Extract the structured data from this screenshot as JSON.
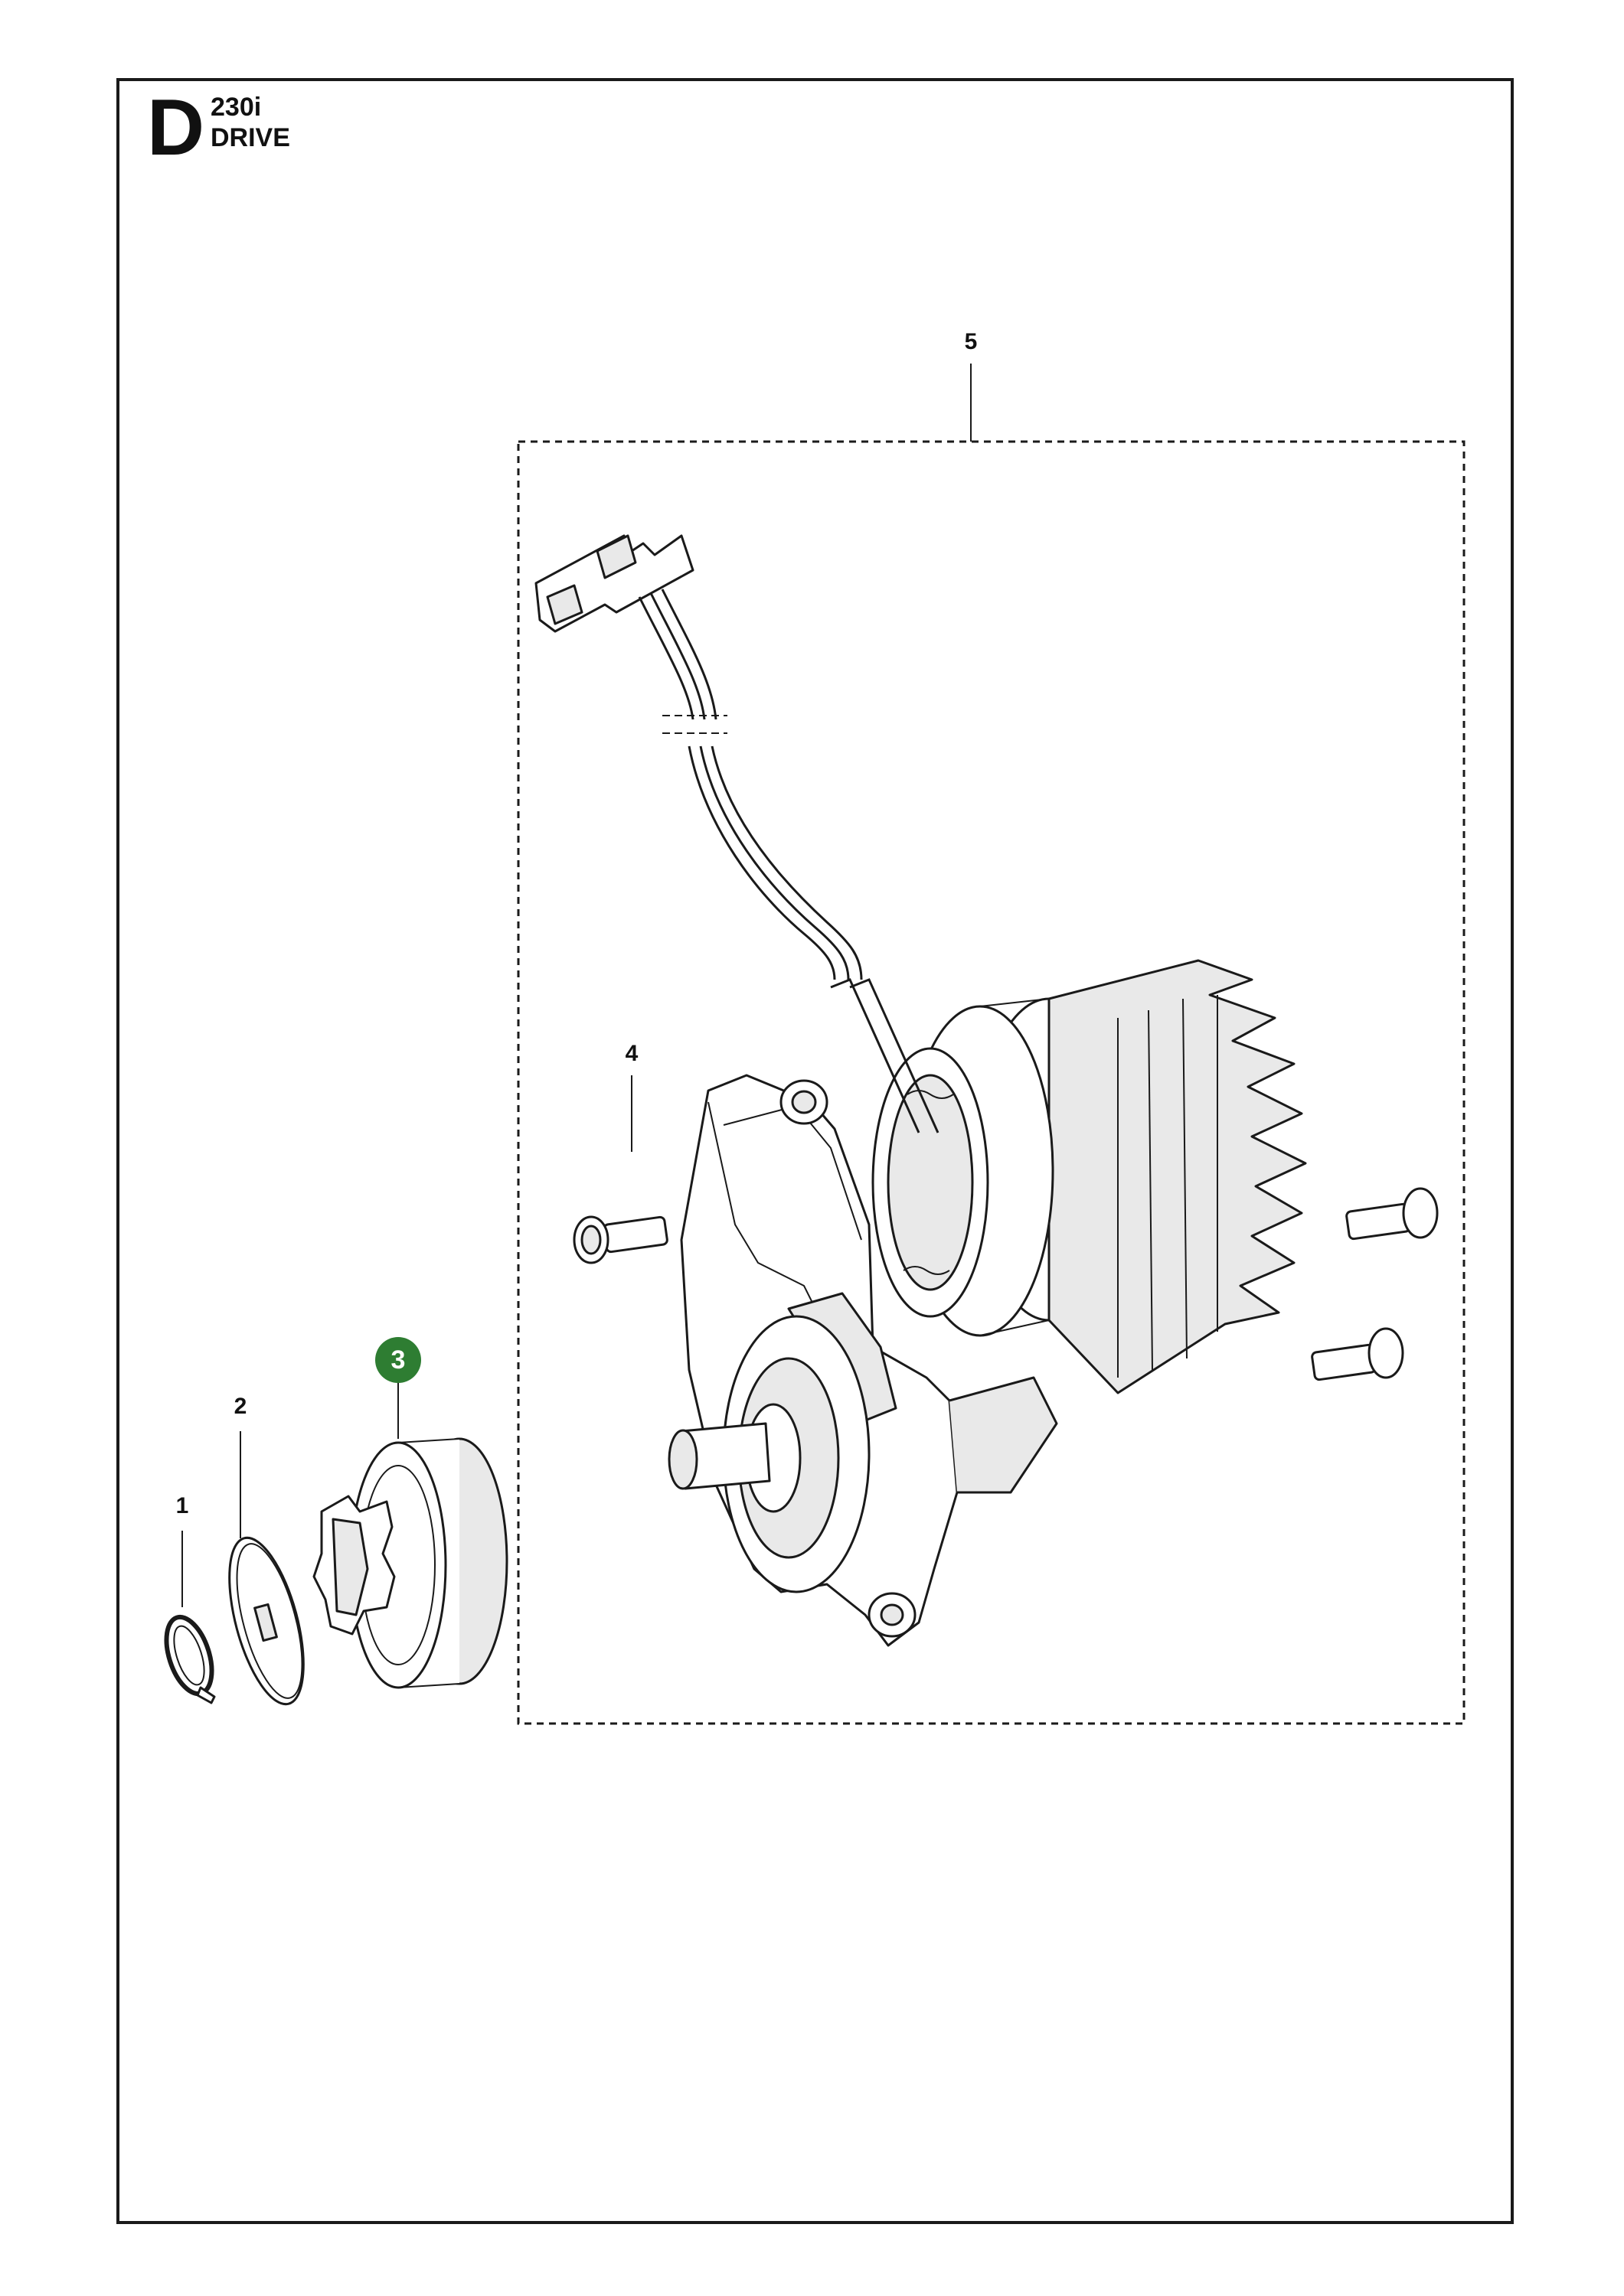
{
  "header": {
    "section_letter": "D",
    "model": "230i",
    "title": "DRIVE"
  },
  "callouts": [
    {
      "id": "1",
      "label": "1",
      "highlight": false
    },
    {
      "id": "2",
      "label": "2",
      "highlight": false
    },
    {
      "id": "3",
      "label": "3",
      "highlight": true
    },
    {
      "id": "4",
      "label": "4",
      "highlight": false
    },
    {
      "id": "5",
      "label": "5",
      "highlight": false
    }
  ],
  "colors": {
    "highlight": "#2e7d32",
    "line": "#1a1a1a"
  }
}
